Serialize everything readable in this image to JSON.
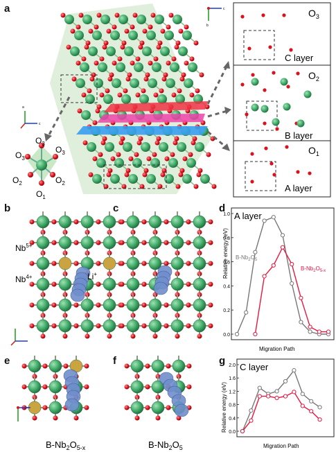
{
  "panel_labels": {
    "a": "a",
    "b": "b",
    "c": "c",
    "d": "d",
    "e": "e",
    "f": "f",
    "g": "g"
  },
  "panel_a": {
    "oxygen_labels": [
      "O",
      "O",
      "O",
      "O",
      "O"
    ],
    "oxygen_subscripts": [
      "3",
      "3",
      "3",
      "2",
      "2",
      "1"
    ],
    "layers": [
      {
        "name": "C layer",
        "oxygen": "O",
        "oxygen_sub": "3"
      },
      {
        "name": "B layer",
        "oxygen": "O",
        "oxygen_sub": "2"
      },
      {
        "name": "A layer",
        "oxygen": "O",
        "oxygen_sub": "1"
      }
    ],
    "axis_labels": {
      "c": "c",
      "b": "b",
      "a": "a"
    }
  },
  "panel_b": {
    "nb5_base": "Nb",
    "nb5_sup": "5+",
    "nb4_base": "Nb",
    "nb4_sup": "4+",
    "li": "Li",
    "li_sup": "+"
  },
  "panel_e": {
    "caption_base": "B-Nb",
    "caption_sub1": "2",
    "caption_mid": "O",
    "caption_sub2": "5-x"
  },
  "panel_f": {
    "caption_base": "B-Nb",
    "caption_sub1": "2",
    "caption_mid": "O",
    "caption_sub2": "5"
  },
  "chart_data": [
    {
      "type": "line",
      "title": "A layer",
      "xlabel": "Migration Path",
      "ylabel": "Relative energy (eV)",
      "ylim": [
        0,
        1.0
      ],
      "yticks": [
        "0.0",
        "0.2",
        "0.4",
        "0.6",
        "0.8",
        "1.0"
      ],
      "series": [
        {
          "name": "B-Nb2O5",
          "label_base": "B-Nb",
          "label_sub1": "2",
          "label_mid": "O",
          "label_sub2": "5",
          "color": "#777777",
          "x": [
            0,
            1,
            2,
            3,
            4,
            5,
            6,
            7,
            8,
            9,
            10
          ],
          "values": [
            0.0,
            0.18,
            0.68,
            0.94,
            0.97,
            0.82,
            0.42,
            0.1,
            0.02,
            0.0,
            0.0
          ]
        },
        {
          "name": "B-Nb2O5-x",
          "label_base": "B-Nb",
          "label_sub1": "2",
          "label_mid": "O",
          "label_sub2": "5-x",
          "color": "#e5173f",
          "x": [
            2,
            3,
            4,
            5,
            6,
            7,
            8,
            9,
            10
          ],
          "values": [
            0.0,
            0.48,
            0.57,
            0.72,
            0.58,
            0.3,
            0.06,
            0.02,
            0.02
          ]
        }
      ]
    },
    {
      "type": "line",
      "title": "C layer",
      "xlabel": "Migration Path",
      "ylabel": "Relative energy (eV)",
      "ylim": [
        0,
        2.0
      ],
      "yticks": [
        "0.0",
        "0.4",
        "0.8",
        "1.2",
        "1.6",
        "2.0"
      ],
      "series": [
        {
          "name": "B-Nb2O5",
          "color": "#777777",
          "x": [
            0,
            1,
            2,
            3,
            4,
            5,
            6,
            7,
            8,
            9
          ],
          "values": [
            0.0,
            0.62,
            1.3,
            1.12,
            1.2,
            1.5,
            1.83,
            1.12,
            0.9,
            0.72
          ]
        },
        {
          "name": "B-Nb2O5-x",
          "color": "#e5173f",
          "x": [
            0,
            1,
            2,
            3,
            4,
            5,
            6,
            7,
            8,
            9
          ],
          "values": [
            0.0,
            0.32,
            1.05,
            1.05,
            1.0,
            1.05,
            1.18,
            0.76,
            0.6,
            0.35
          ]
        }
      ]
    }
  ]
}
